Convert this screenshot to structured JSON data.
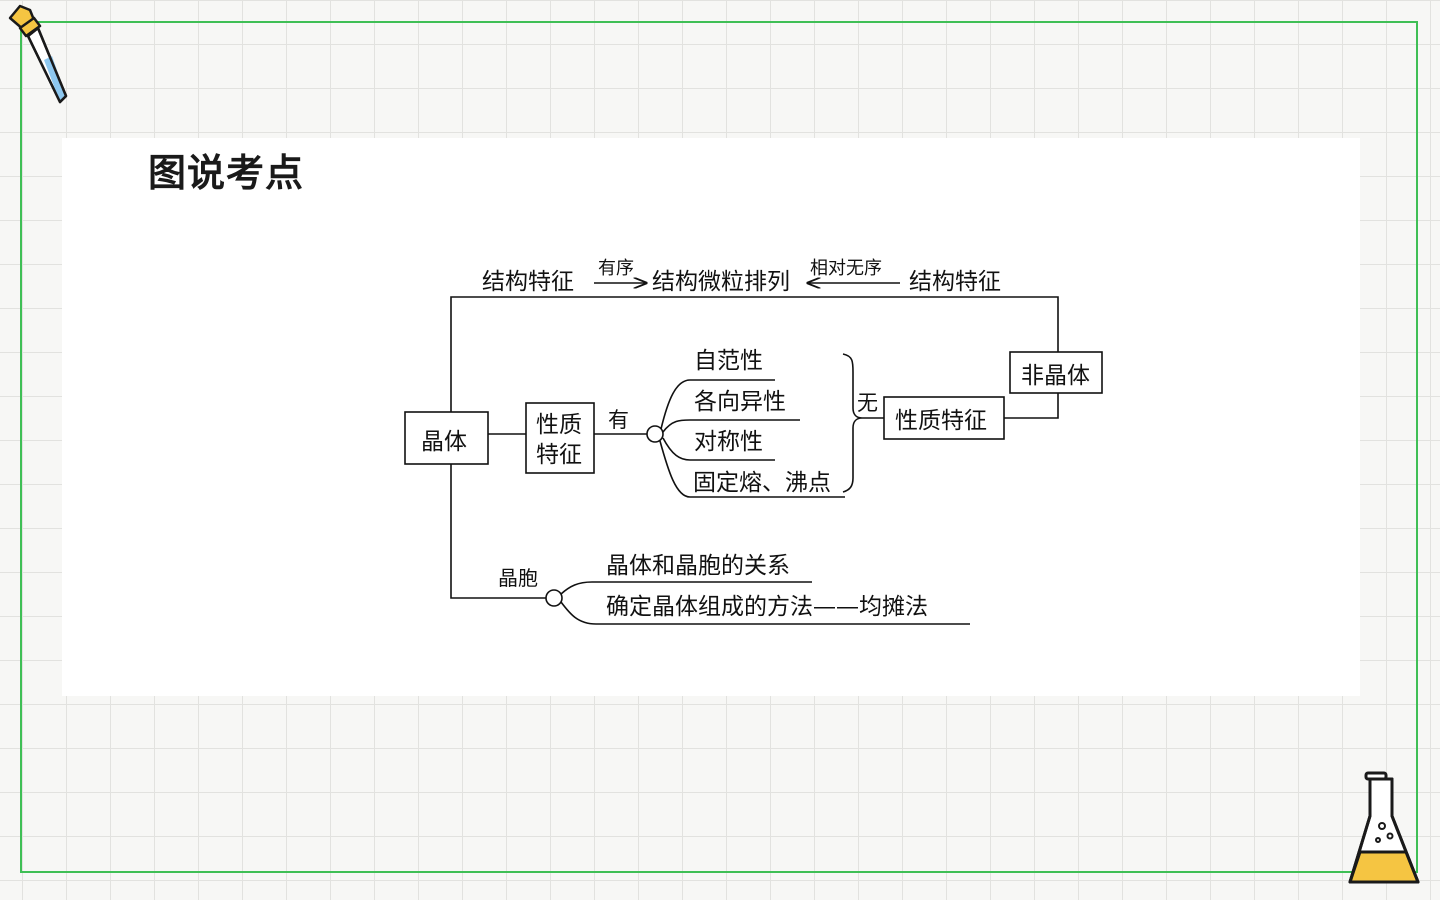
{
  "page": {
    "title": "图说考点"
  },
  "diagram": {
    "top_row": {
      "left_label": "结构特征",
      "left_arrow_label": "有序",
      "center_label": "结构微粒排列",
      "right_arrow_label": "相对无序",
      "right_label": "结构特征"
    },
    "crystal_box": "晶体",
    "property_box_line1": "性质",
    "property_box_line2": "特征",
    "has_label": "有",
    "properties": [
      "自范性",
      "各向异性",
      "对称性",
      "固定熔、沸点"
    ],
    "none_label": "无",
    "amorphous_property_box": "性质特征",
    "amorphous_box": "非晶体",
    "cell_label": "晶胞",
    "cell_items": [
      "晶体和晶胞的关系",
      "确定晶体组成的方法——均摊法"
    ]
  },
  "decorations": {
    "dropper_icon": "dropper-icon",
    "flask_icon": "flask-icon",
    "frame_color": "#3fbf55",
    "liquid_color": "#f5c542"
  }
}
